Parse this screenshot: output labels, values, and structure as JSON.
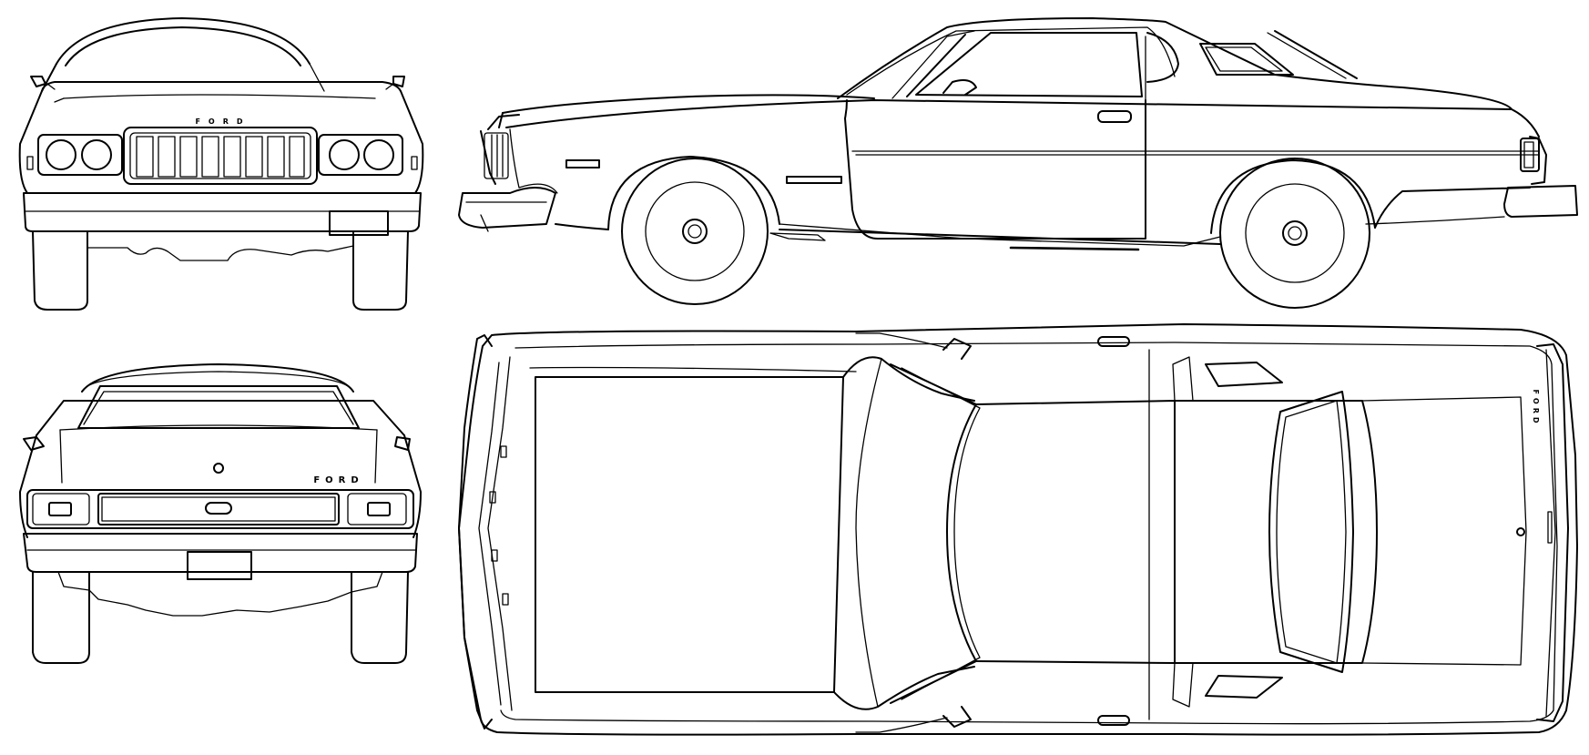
{
  "views": {
    "front": {
      "badge_text": "FORD"
    },
    "rear": {
      "badge_text": "FORD"
    },
    "top": {
      "badge_text": "FORD"
    }
  },
  "colors": {
    "line": "#000000",
    "background": "#ffffff"
  }
}
